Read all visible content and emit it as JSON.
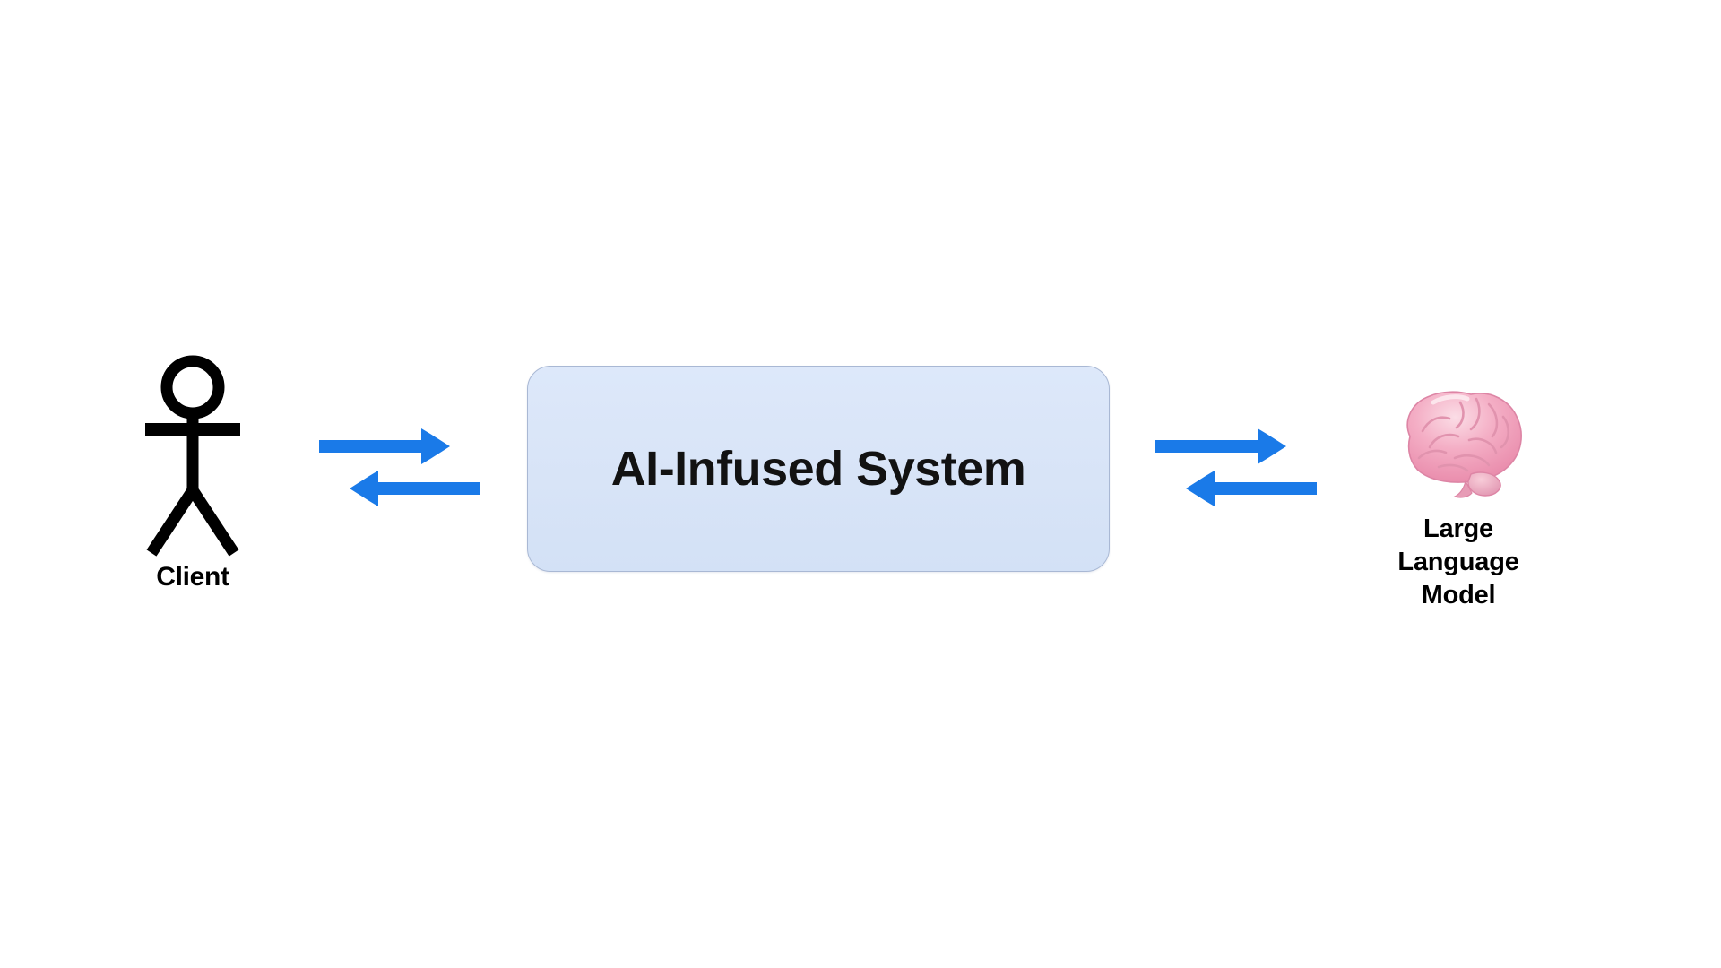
{
  "diagram": {
    "background_color": "#ffffff",
    "arrow_color": "#1a7ae8",
    "box_fill_color": "#d9e5f8",
    "box_border_color": "#a9b8d4",
    "text_color": "#000000",
    "brain_color": "#f0a0b8",
    "nodes": {
      "client": {
        "label": "Client",
        "icon": "stick-figure-person-icon"
      },
      "system": {
        "title": "AI-Infused System"
      },
      "llm": {
        "icon": "brain-icon",
        "label_lines": [
          "Large",
          "Language",
          "Model"
        ],
        "label_line_1": "Large",
        "label_line_2": "Language",
        "label_line_3": "Model"
      }
    },
    "connections": [
      {
        "name": "client-to-system",
        "direction": "right",
        "from": "Client",
        "to": "AI-Infused System"
      },
      {
        "name": "system-to-client",
        "direction": "left",
        "from": "AI-Infused System",
        "to": "Client"
      },
      {
        "name": "system-to-llm",
        "direction": "right",
        "from": "AI-Infused System",
        "to": "Large Language Model"
      },
      {
        "name": "llm-to-system",
        "direction": "left",
        "from": "Large Language Model",
        "to": "AI-Infused System"
      }
    ]
  }
}
